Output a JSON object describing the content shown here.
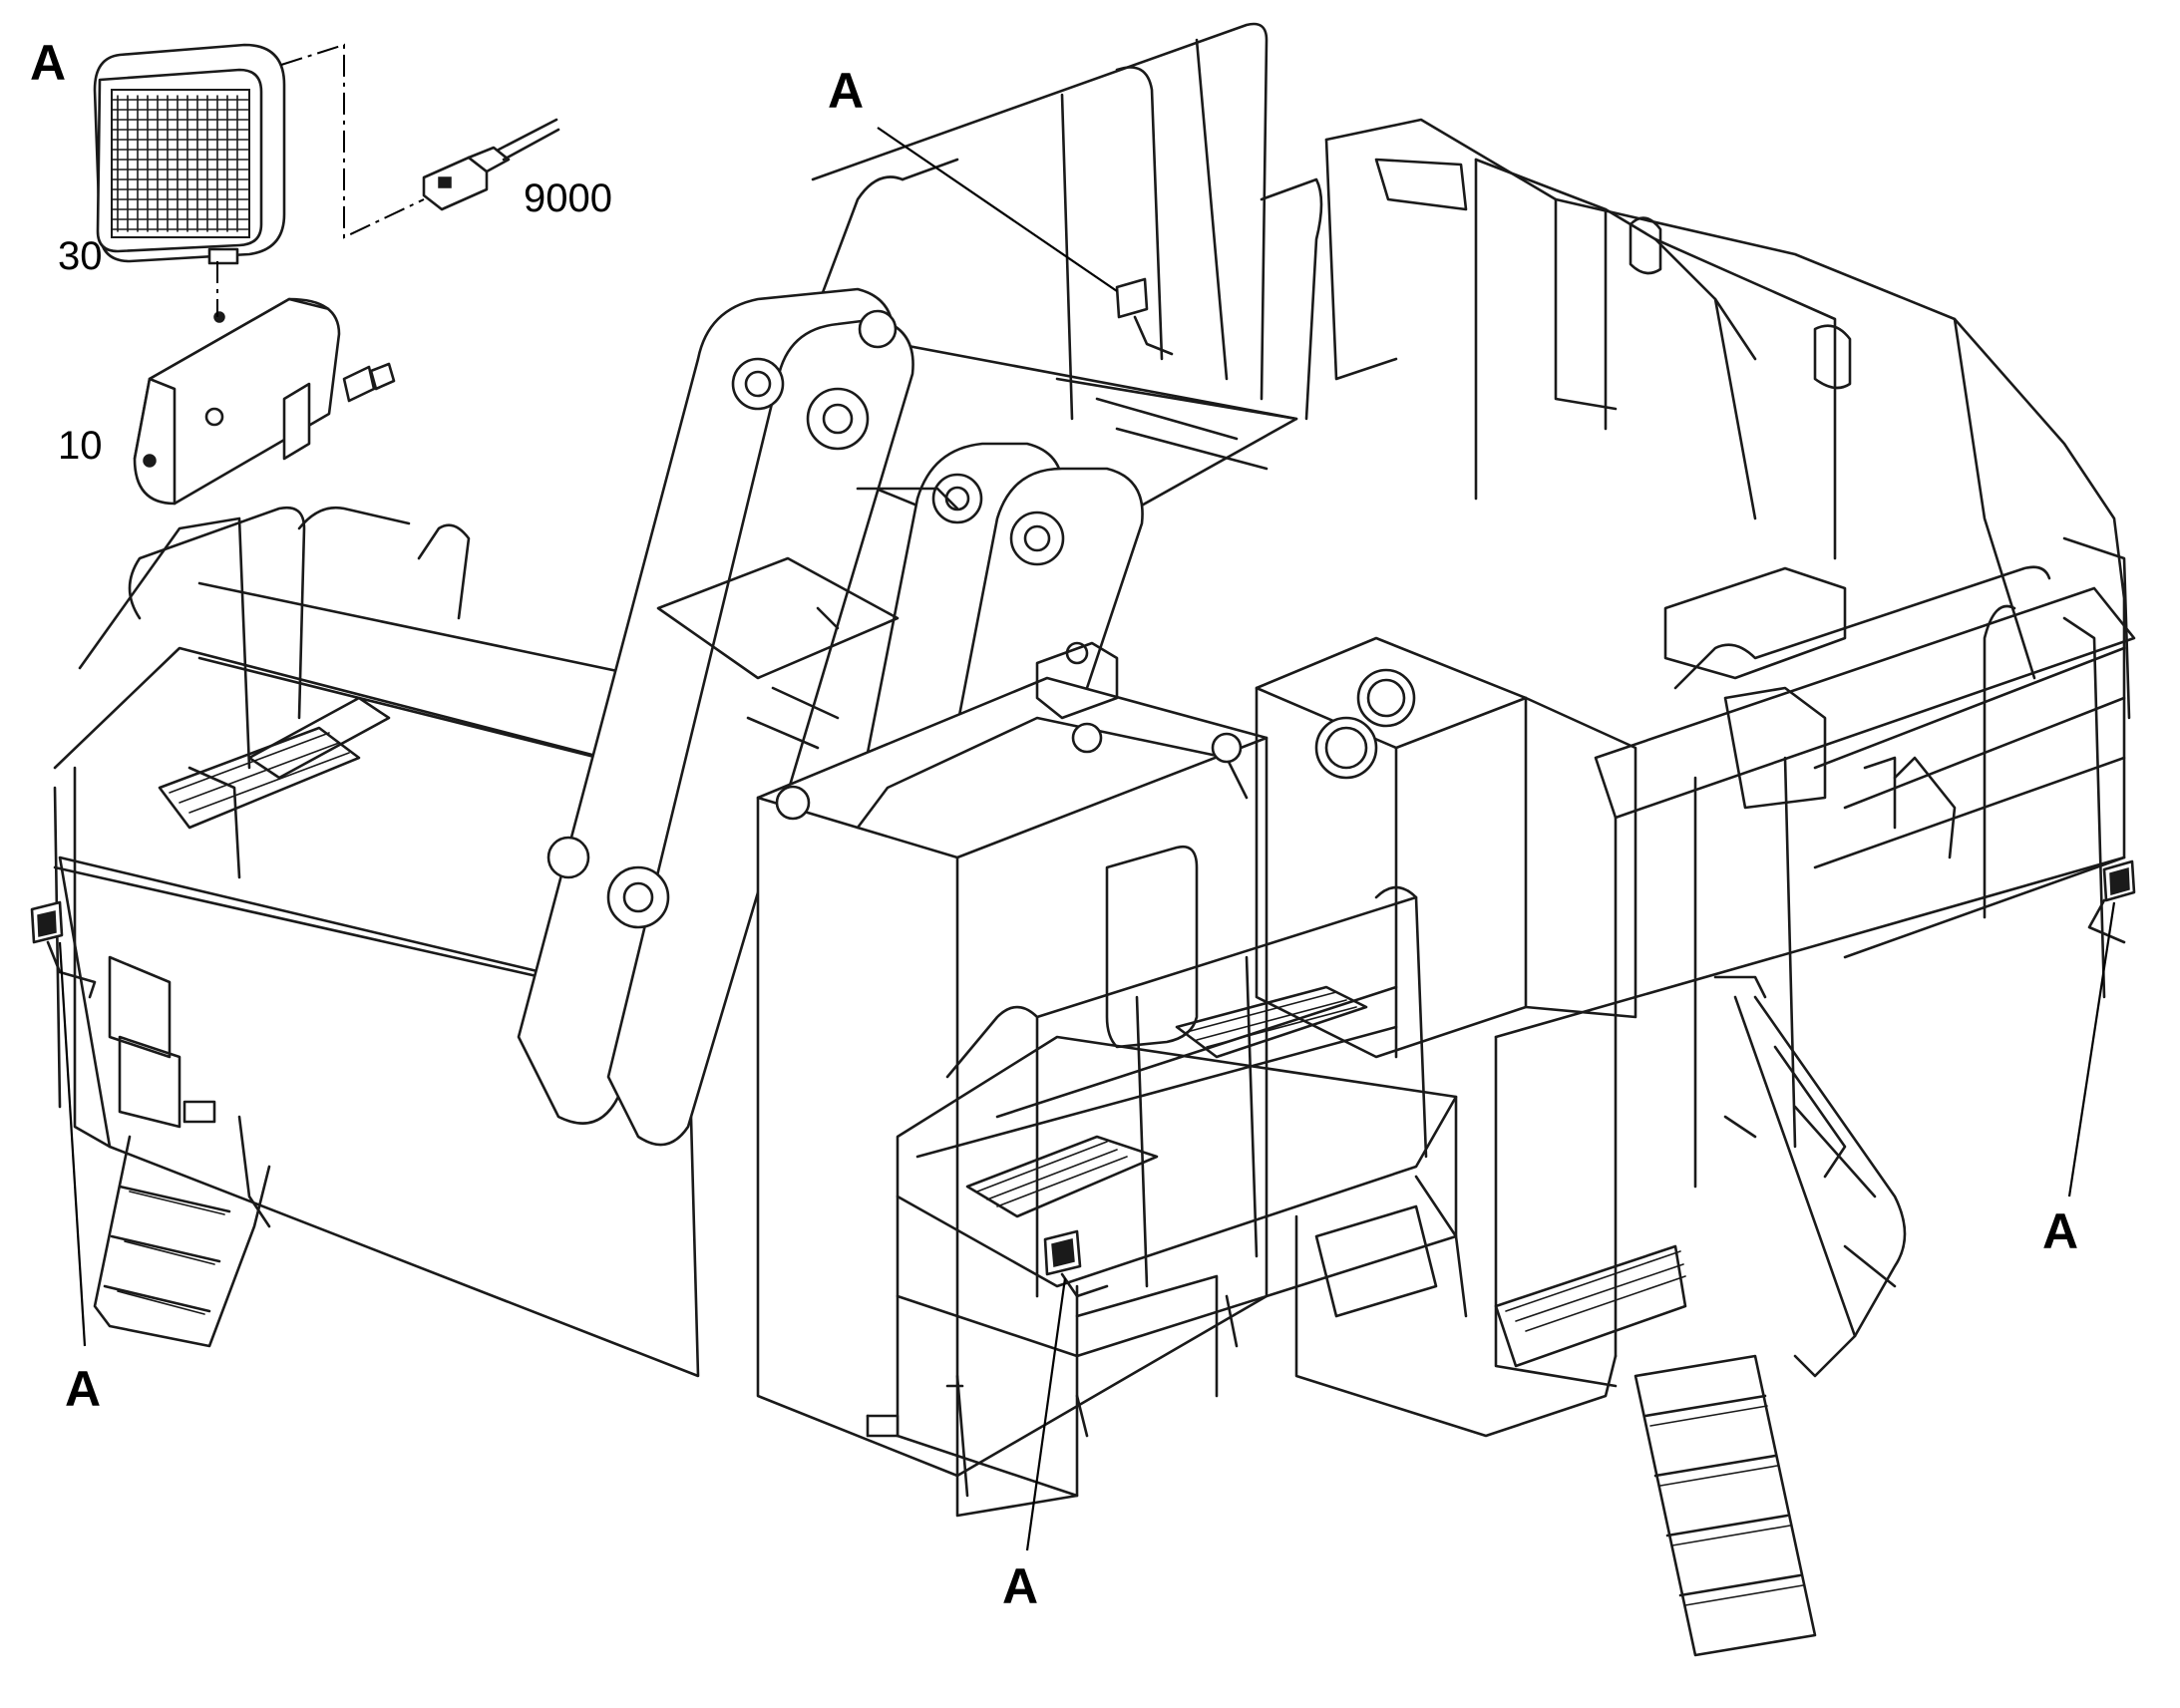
{
  "detail_letter": "A",
  "part_labels": {
    "lamp": "30",
    "bracket": "10",
    "connector": "9000"
  },
  "callouts": [
    "A",
    "A",
    "A",
    "A"
  ],
  "colors": {
    "line": "#1a1a1a",
    "background": "#ffffff"
  }
}
